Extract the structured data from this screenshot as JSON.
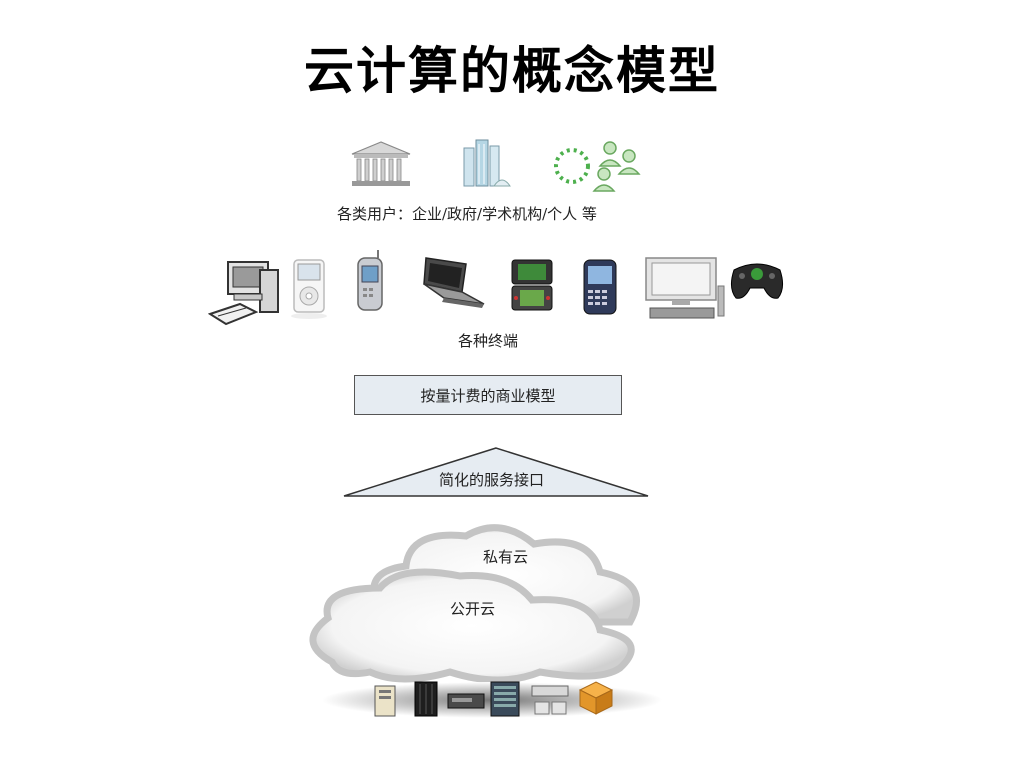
{
  "title": "云计算的概念模型",
  "users_label": "各类用户：企业/政府/学术机构/个人 等",
  "terminals_label": "各种终端",
  "billing_label": "按量计费的商业模型",
  "interface_label": "简化的服务接口",
  "private_cloud_label": "私有云",
  "public_cloud_label": "公开云",
  "icons": {
    "users": [
      "government-building-icon",
      "office-towers-icon",
      "people-group-icon"
    ],
    "terminals": [
      "desktop-computer-icon",
      "media-player-icon",
      "mobile-phone-icon",
      "laptop-icon",
      "handheld-game-icon",
      "smartphone-icon",
      "television-icon",
      "game-controller-icon"
    ],
    "servers": [
      "server-tower-icon",
      "server-rack-icon",
      "rack-unit-icon",
      "blade-server-icon",
      "storage-array-icon",
      "network-appliance-icon"
    ]
  }
}
